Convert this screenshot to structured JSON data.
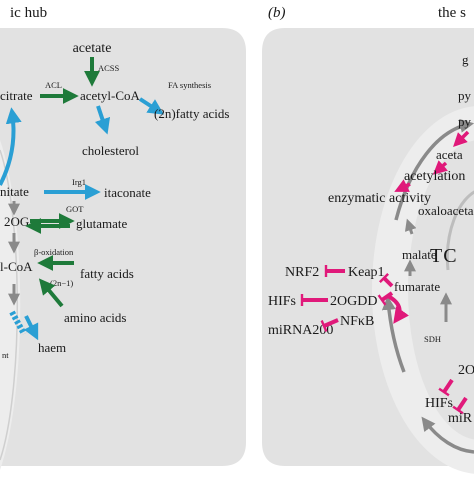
{
  "colors": {
    "panel_bg": "#e2e2e2",
    "ring": "#efefef",
    "green_arrow": "#1e7a3a",
    "blue_arrow": "#2a9fd4",
    "magenta_inhibit": "#e0197a",
    "gray_arrow": "#8a8a8a"
  },
  "panel_a": {
    "title_fragment": "ic hub",
    "metabolites": {
      "acetate": "acetate",
      "citrate": "citrate",
      "acetyl_coa": "acetyl-CoA",
      "fatty_acids_2n": "(2n)fatty acids",
      "cholesterol": "cholesterol",
      "itaconate": "itaconate",
      "aconitate_fragment": "nitate",
      "glutamate": "glutamate",
      "two_og": "2OG",
      "acyl_coa_fragment": "l-CoA",
      "fatty_acids_2n_minus_1_prefix": "(2n−1)",
      "fatty_acids_2n_minus_1": "fatty acids",
      "amino_acids": "amino acids",
      "haem": "haem",
      "bottom_fragment": "nt"
    },
    "enzymes": {
      "acss": "ACSS",
      "acl": "ACL",
      "fa_synthesis": "FA synthesis",
      "irg1": "Irg1",
      "got": "GOT",
      "beta_oxidation": "β-oxidation"
    }
  },
  "panel_b": {
    "panel_label": "(b)",
    "title_fragment": "the s",
    "center_label": "TC",
    "metabolites": {
      "top_g": "g",
      "py_1": "py",
      "py_2": "py",
      "acetyl_fragment": "aceta",
      "acetylation": "acetylation",
      "enzymatic_activity": "enzymatic activity",
      "oxaloacetate_fragment": "oxaloaceta",
      "malate": "malate",
      "fumarate": "fumarate",
      "two_ogdd": "2OGDD",
      "two_o_fragment": "2O",
      "hifs_fragment": "HIFs",
      "mir_fragment": "miR"
    },
    "regulators": {
      "nrf2": "NRF2",
      "keap1": "Keap1",
      "hifs": "HIFs",
      "nfkb": "NFκB",
      "mirna200": "miRNA200",
      "sdh": "SDH"
    }
  }
}
